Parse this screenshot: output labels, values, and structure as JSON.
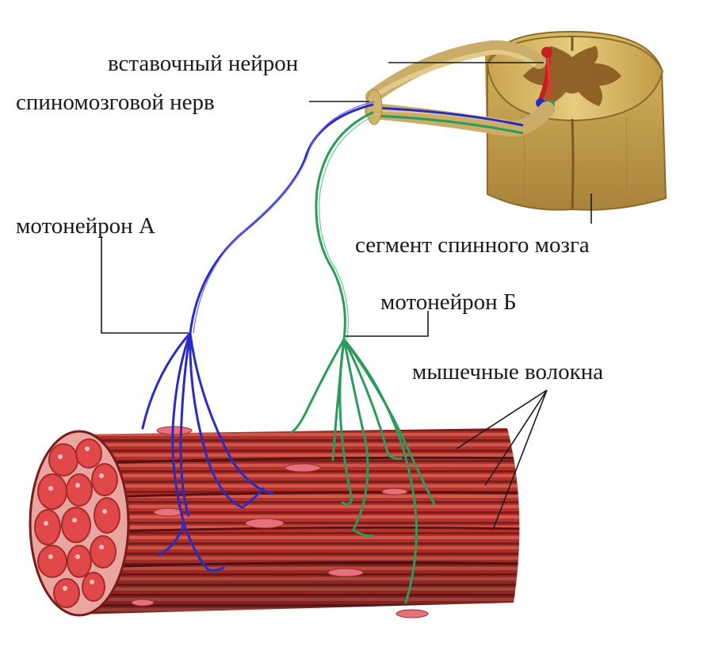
{
  "labels": {
    "interneuron": "вставочный нейрон",
    "spinal_nerve": "спиномозговой нерв",
    "motoneuron_a": "мотонейрон А",
    "spinal_segment": "сегмент спинного мозга",
    "motoneuron_b": "мотонейрон Б",
    "muscle_fibers": "мышечные волокна"
  },
  "colors": {
    "motoneuron_a": "#2b2bc4",
    "motoneuron_b": "#2c9a5a",
    "muscle": "#b8312d",
    "muscle_dark": "#6e1717",
    "spinal_cord": "#d7b96a",
    "grey_matter": "#8a5a22",
    "leader_line": "#1a1a1a"
  }
}
